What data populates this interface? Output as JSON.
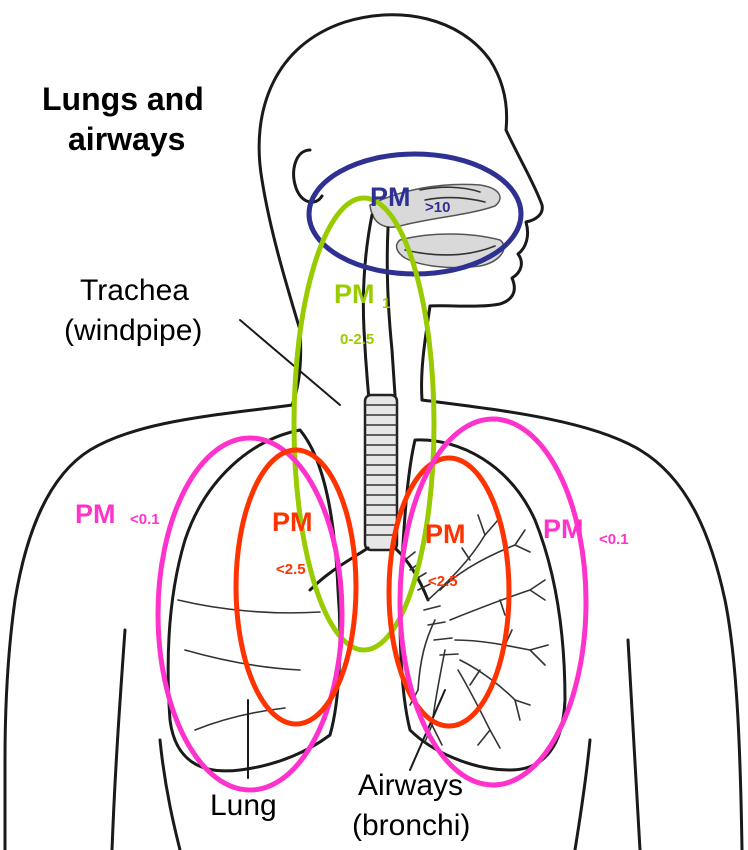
{
  "title": {
    "line1": "Lungs and",
    "line2": "airways"
  },
  "labels": {
    "trachea_line1": "Trachea",
    "trachea_line2": "(windpipe)",
    "lung": "Lung",
    "airways_line1": "Airways",
    "airways_line2": "(bronchi)"
  },
  "regions": {
    "nose": {
      "main": "PM",
      "sub": ">10",
      "color": "#2e3192"
    },
    "upper_airway": {
      "main": "PM",
      "sub_index": "1",
      "sub_range": "0-2.5",
      "color": "#99cc00"
    },
    "left_lung_outer": {
      "main": "PM",
      "sub": "<0.1",
      "color": "#ff33cc"
    },
    "left_lung_inner": {
      "main": "PM",
      "sub": "<2.5",
      "color": "#ff3300"
    },
    "right_lung_inner": {
      "main": "PM",
      "sub": "<2.5",
      "color": "#ff3300"
    },
    "right_lung_outer": {
      "main": "PM",
      "sub": "<0.1",
      "color": "#ff33cc"
    }
  }
}
